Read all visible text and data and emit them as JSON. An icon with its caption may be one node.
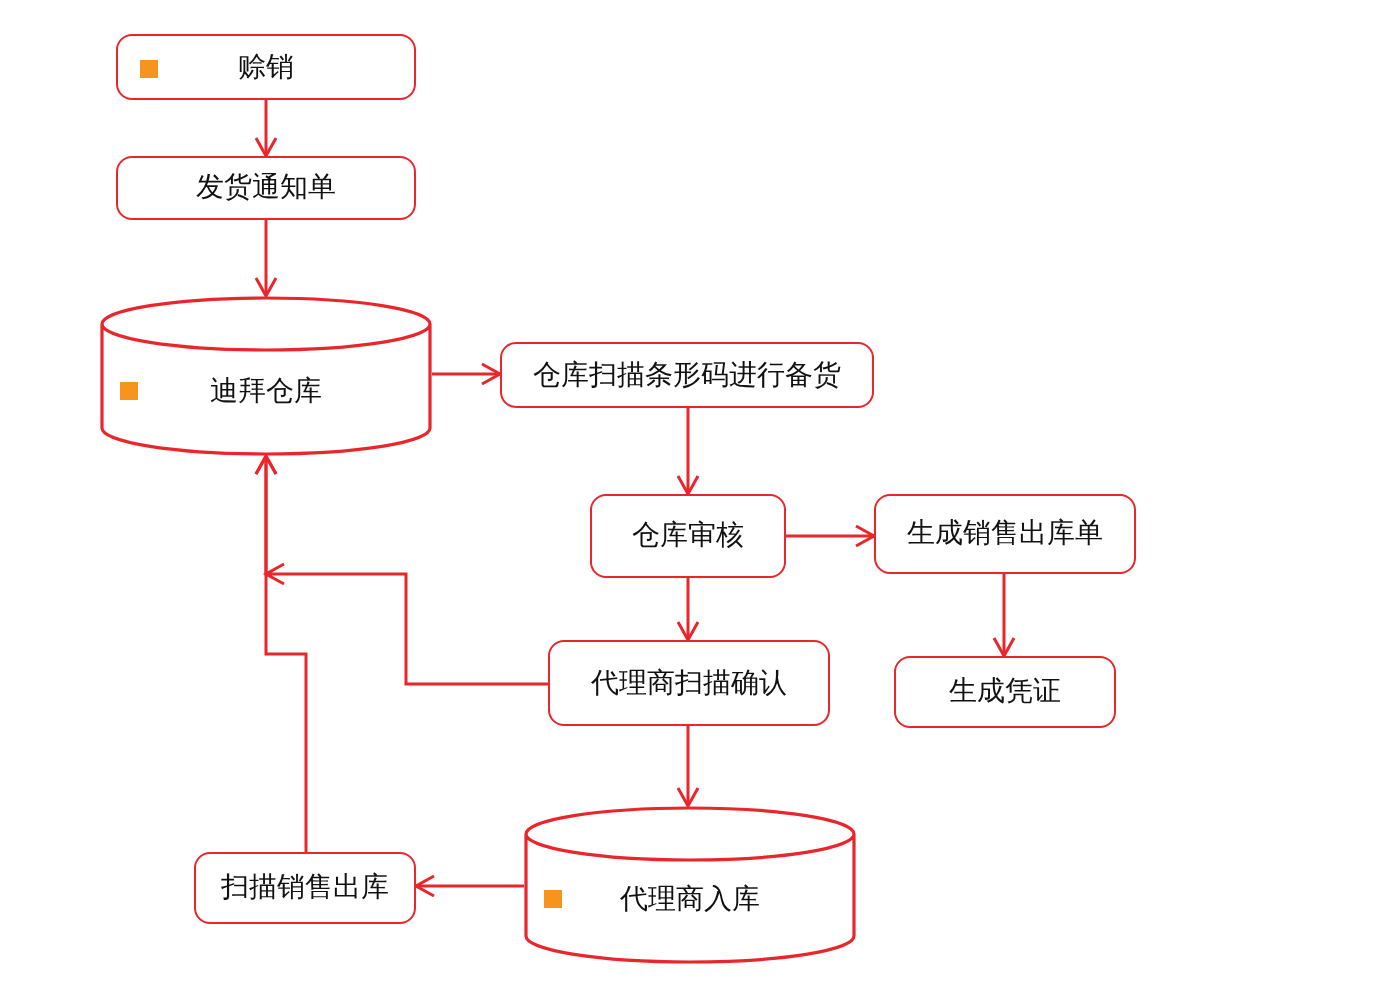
{
  "diagram": {
    "nodes": [
      {
        "text": [
          "赊销"
        ]
      },
      {
        "text": [
          "发货通知单"
        ]
      },
      {
        "text": [
          "迪拜仓库"
        ]
      },
      {
        "text": [
          "仓库扫描条形码进行备货"
        ]
      },
      {
        "text": [
          "仓库审核"
        ]
      },
      {
        "text": [
          "生成销售出库单"
        ]
      },
      {
        "text": [
          "代理商扫描确认"
        ]
      },
      {
        "text": [
          "生成凭证"
        ]
      },
      {
        "text": [
          "代理商入库"
        ]
      },
      {
        "text": [
          "扫描销售出库"
        ]
      }
    ],
    "edges": [
      {
        "from": 0,
        "to": 1,
        "arrow": "to"
      },
      {
        "from": 1,
        "to": 2,
        "arrow": "to"
      },
      {
        "from": 2,
        "to": 3,
        "arrow": "to"
      },
      {
        "from": 3,
        "to": 4,
        "arrow": "to"
      },
      {
        "from": 4,
        "to": 5,
        "arrow": "to"
      },
      {
        "from": 4,
        "to": 6,
        "arrow": "to"
      },
      {
        "from": 5,
        "to": 7,
        "arrow": "to"
      },
      {
        "from": 6,
        "to": 8,
        "arrow": "to"
      },
      {
        "from": 8,
        "to": 9,
        "arrow": "to"
      },
      {
        "from": 9,
        "to": 2,
        "arrow": "to"
      },
      {
        "from": 6,
        "to": 2,
        "arrow": "to"
      }
    ]
  }
}
